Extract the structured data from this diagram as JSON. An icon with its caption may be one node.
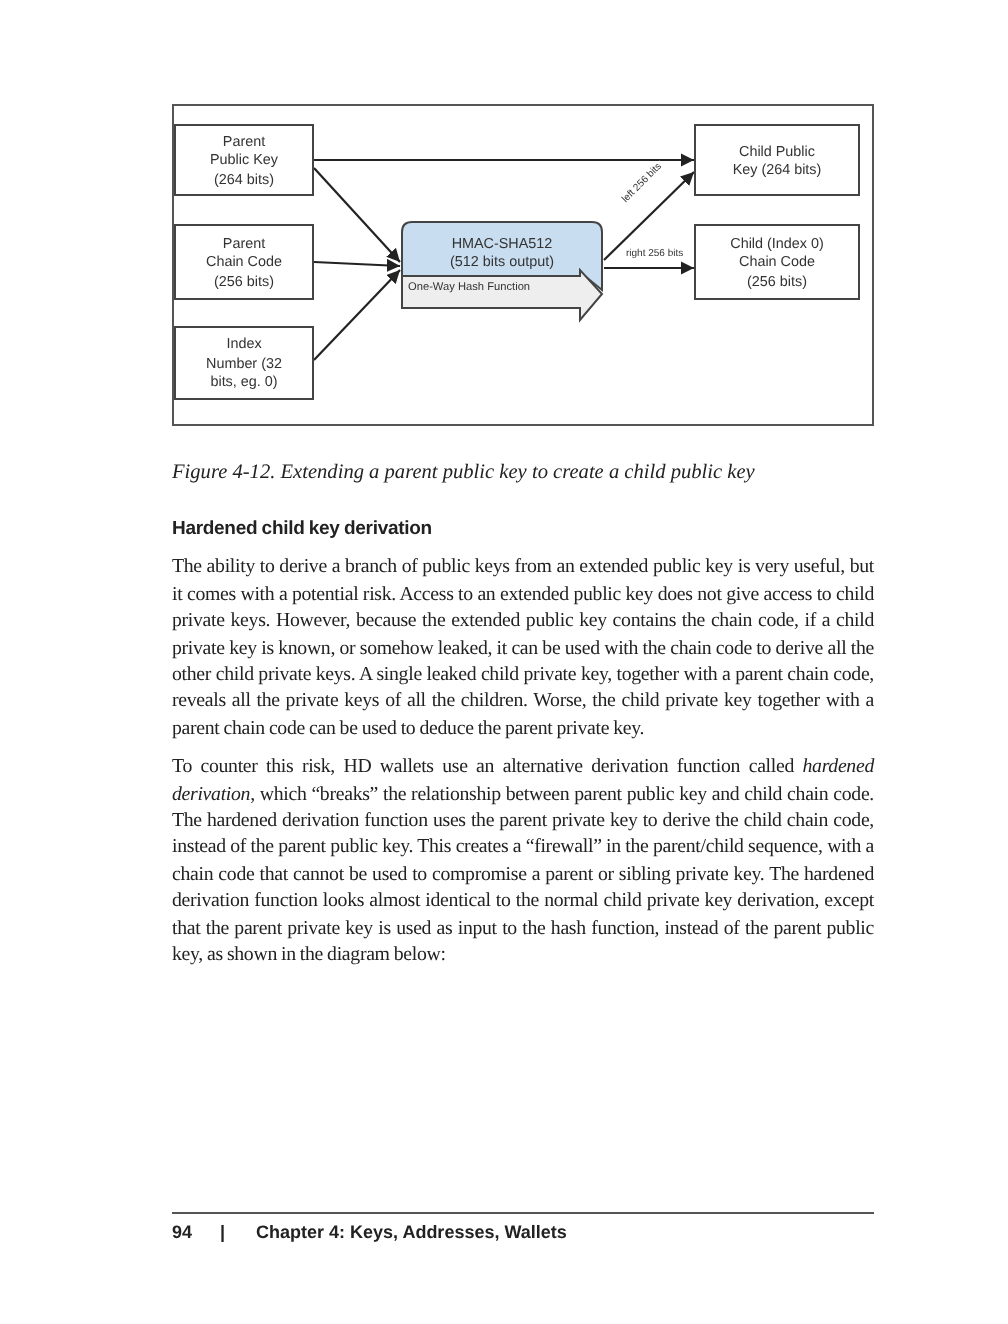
{
  "diagram": {
    "caption": "Figure 4-12. Extending a parent public key to create a child public key",
    "nodes": [
      {
        "text": [
          "Parent Public Key (264 bits)"
        ]
      },
      {
        "text": [
          "Parent Chain Code (256 bits)"
        ]
      },
      {
        "text": [
          "Index Number (32 bits, eg. 0)"
        ]
      },
      {
        "text": [
          "HMAC-SHA512 (512 bits output)",
          "One-Way Hash Function"
        ]
      },
      {
        "text": [
          "Child Public Key (264 bits)"
        ]
      },
      {
        "text": [
          "Child (Index 0) Chain Code (256 bits)"
        ]
      }
    ],
    "edges": [
      {
        "from": 0,
        "to": 4,
        "arrow": "to"
      },
      {
        "from": 0,
        "to": 3,
        "arrow": "to"
      },
      {
        "from": 1,
        "to": 3,
        "arrow": "to"
      },
      {
        "from": 2,
        "to": 3,
        "arrow": "to"
      },
      {
        "from": 3,
        "to": 4,
        "arrow": "to",
        "label": "left 256 bits"
      },
      {
        "from": 3,
        "to": 5,
        "arrow": "to",
        "label": "right 256 bits"
      }
    ],
    "labels": [
      "Hardened child key derivation",
      "The ability to derive a branch of public keys from an extended public key is very useful, but it comes with a potential risk. Access to an extended public key does not give access to child private keys. However, because the extended public key contains the chain code, if a child private key is known, or somehow leaked, it can be used with the chain code to derive all the other child private keys. A single leaked child private key, together with a parent chain code, reveals all the private keys of all the children. Worse, the child private key together with a parent chain code can be used to deduce the parent private key.",
      "To counter this risk, HD wallets use an alternative derivation function called *hardened derivation*, which “breaks” the relationship between parent public key and child chain code. The hardened derivation function uses the parent private key to derive the child chain code, instead of the parent public key. This creates a “firewall” in the parent/child sequence, with a chain code that cannot be used to compromise a parent or sibling private key. The hardened derivation function looks almost identical to the normal child private key derivation, except that the parent private key is used as input to the hash function, instead of the parent public key, as shown in the diagram below:",
      "94",
      "|",
      "Chapter 4: Keys, Addresses, Wallets"
    ]
  }
}
